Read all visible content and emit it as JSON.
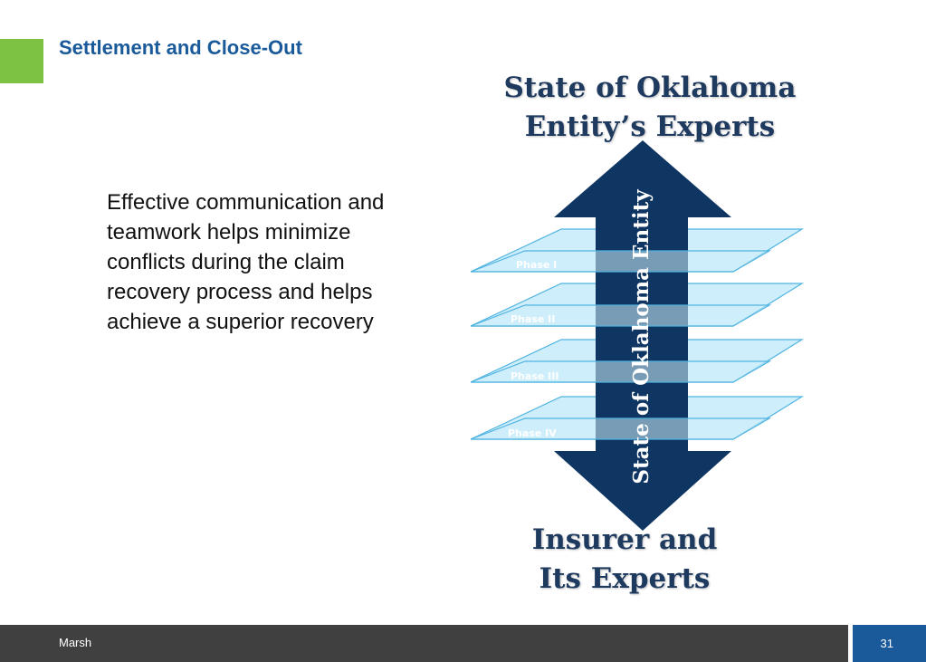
{
  "slide": {
    "title": "Settlement and Close-Out",
    "body": "Effective communication and teamwork helps minimize conflicts during the claim recovery process and helps achieve a superior recovery"
  },
  "diagram": {
    "top_label_line1": "State of Oklahoma",
    "top_label_line2": "Entity’s Experts",
    "arrow_label": "State of Oklahoma Entity",
    "bottom_label_line1": "Insurer and",
    "bottom_label_line2": "Its Experts",
    "phases": [
      "Phase I",
      "Phase II",
      "Phase III",
      "Phase IV"
    ]
  },
  "colors": {
    "accent_green": "#7dc242",
    "title_blue": "#1a5a9a",
    "arrow_navy": "#0f3563",
    "plane_fill": "#cfeefb",
    "plane_stroke": "#4fb3e0",
    "footer_gray": "#404040"
  },
  "footer": {
    "company": "Marsh",
    "page_number": "31"
  }
}
